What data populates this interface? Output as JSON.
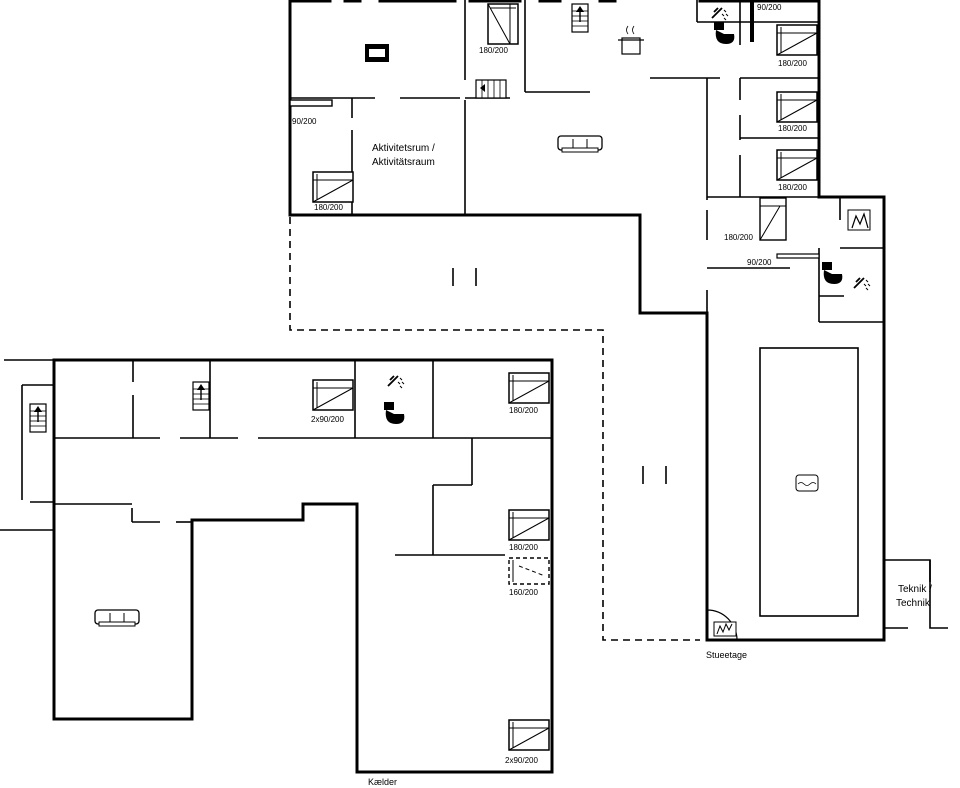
{
  "rooms": {
    "activity_room_line1": "Aktivitetsrum /",
    "activity_room_line2": "Aktivitätsraum",
    "technical_line1": "Teknik /",
    "technical_line2": "Technik"
  },
  "levels": {
    "ground_floor": "Stueetage",
    "basement": "Kælder"
  },
  "beds": {
    "ground_1": "180/200",
    "ground_2": "90/200",
    "ground_3": "90/200",
    "ground_4": "180/200",
    "ground_5": "180/200",
    "ground_6": "180/200",
    "ground_7": "180/200",
    "ground_8": "180/200",
    "ground_9": "90/200",
    "basement_1": "2x90/200",
    "basement_2": "180/200",
    "basement_3": "180/200",
    "basement_4": "160/200",
    "basement_5": "2x90/200"
  },
  "icons": [
    "bed-icon",
    "sofa-icon",
    "stair-icon",
    "toilet-icon",
    "shower-icon",
    "kitchen-pot-icon",
    "tv-icon",
    "sauna-icon",
    "pool-icon"
  ]
}
